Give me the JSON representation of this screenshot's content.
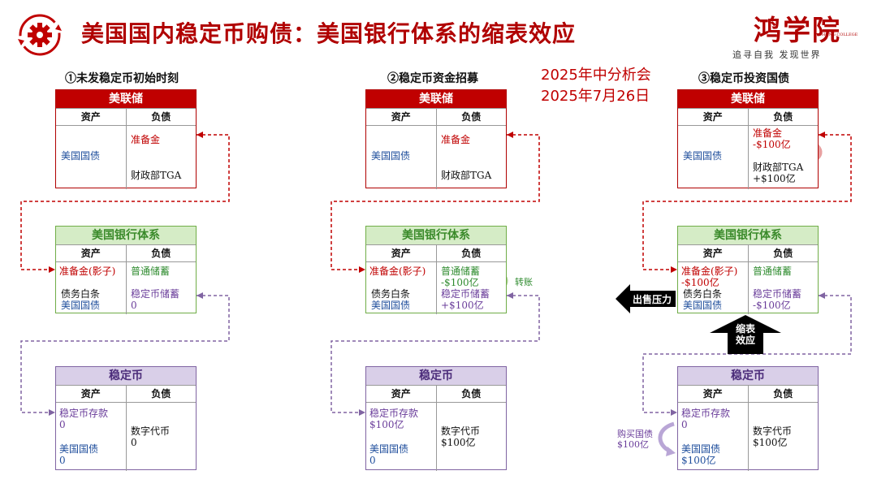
{
  "header": {
    "title": "美国国内稳定币购债：美国银行体系的缩表效应",
    "brand_name": "鸿学院",
    "brand_english": "HONG COLLEGE",
    "brand_tagline": "追寻自我  发现世界"
  },
  "meeting": {
    "line1": "2025年中分析会",
    "line2": "2025年7月26日"
  },
  "stages": [
    "①未发稳定币初始时刻",
    "②稳定币资金招募",
    "③稳定币投资国债"
  ],
  "col_labels": {
    "assets": "资产",
    "liabilities": "负债"
  },
  "sheet_titles": {
    "fed": "美联储",
    "bank": "美国银行体系",
    "stable": "稳定币"
  },
  "stage1": {
    "fed": {
      "assets": [
        "美国国债"
      ],
      "liab_top": [
        "准备金"
      ],
      "liab_bottom": [
        "财政部TGA"
      ]
    },
    "bank": {
      "asset_top": [
        "准备金(影子)"
      ],
      "asset_bottom": [
        "债务白条",
        "美国国债"
      ],
      "liab_top": [
        "普通储蓄"
      ],
      "liab_bottom": [
        "稳定币储蓄",
        "0"
      ]
    },
    "stable": {
      "asset_top": [
        "稳定币存款",
        "0"
      ],
      "asset_bottom": [
        "美国国债",
        "0"
      ],
      "liab": [
        "数字代币",
        "0"
      ]
    }
  },
  "stage2": {
    "fed": {
      "assets": [
        "美国国债"
      ],
      "liab_top": [
        "准备金"
      ],
      "liab_bottom": [
        "财政部TGA"
      ]
    },
    "bank": {
      "asset_top": [
        "准备金(影子)"
      ],
      "asset_bottom": [
        "债务白条",
        "美国国债"
      ],
      "liab_top": [
        "普通储蓄",
        "-$100亿"
      ],
      "liab_bottom": [
        "稳定币储蓄",
        "+$100亿"
      ],
      "transfer_note": "转账"
    },
    "stable": {
      "asset_top": [
        "稳定币存款",
        "$100亿"
      ],
      "asset_bottom": [
        "美国国债",
        "0"
      ],
      "liab": [
        "数字代币",
        "$100亿"
      ]
    }
  },
  "stage3": {
    "fed": {
      "assets": [
        "美国国债"
      ],
      "liab_top": [
        "准备金",
        "-$100亿"
      ],
      "liab_bottom": [
        "财政部TGA",
        "+$100亿"
      ]
    },
    "bank": {
      "asset_top": [
        "准备金(影子)",
        "-$100亿"
      ],
      "asset_bottom": [
        "债务白条",
        "美国国债"
      ],
      "liab_top": [
        "普通储蓄"
      ],
      "liab_bottom": [
        "稳定币储蓄",
        "-$100亿"
      ]
    },
    "stable": {
      "asset_top": [
        "稳定币存款",
        "0"
      ],
      "asset_bottom": [
        "美国国债",
        "$100亿"
      ],
      "liab": [
        "数字代币",
        "$100亿"
      ],
      "buy_note": [
        "购买国债",
        "$100亿"
      ]
    }
  },
  "callouts": {
    "sell_pressure": "出售压力",
    "shrink_line1": "缩表",
    "shrink_line2": "效应"
  },
  "colors": {
    "title": "#b00000",
    "fed": "#c00000",
    "bank": "#70ad47",
    "stable": "#8064a2",
    "blue_text": "#1f4e9c",
    "green_text": "#2e8b2e"
  }
}
